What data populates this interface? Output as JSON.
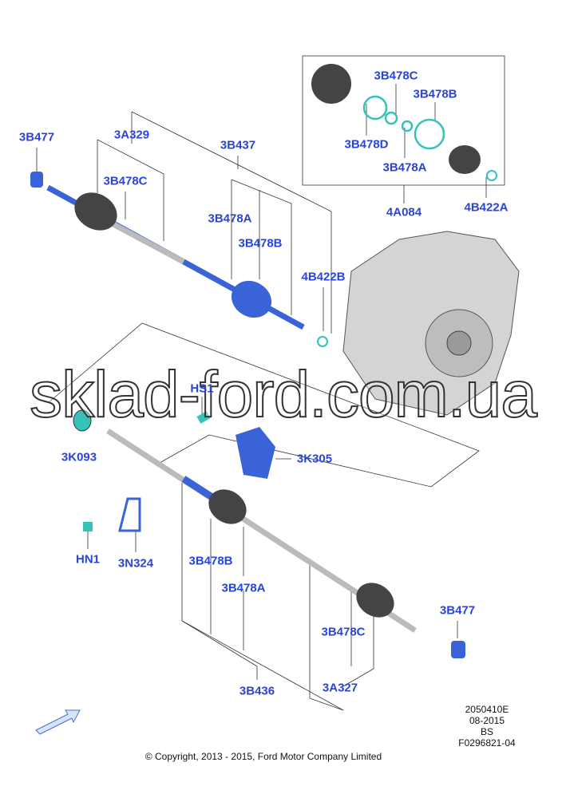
{
  "callouts": {
    "top_3B477": "3B477",
    "top_3A329": "3A329",
    "top_3B437": "3B437",
    "top_3B478C": "3B478C",
    "top_3B478A": "3B478A",
    "top_3B478B": "3B478B",
    "top_4B422B": "4B422B",
    "kit_3B478C": "3B478C",
    "kit_3B478B": "3B478B",
    "kit_3B478D": "3B478D",
    "kit_3B478A": "3B478A",
    "kit_4A084": "4A084",
    "kit_4B422A": "4B422A",
    "HS1": "HS1",
    "3K093": "3K093",
    "3K305": "3K305",
    "HN1": "HN1",
    "3N324": "3N324",
    "bot_3B478B": "3B478B",
    "bot_3B478A": "3B478A",
    "bot_3B477": "3B477",
    "bot_3B478C": "3B478C",
    "3B436": "3B436",
    "3A327": "3A327"
  },
  "meta": {
    "illustration_id": "2050410E",
    "date": "08-2015",
    "code": "BS",
    "ref": "F0296821-04",
    "copyright": "© Copyright, 2013 - 2015, Ford Motor Company Limited"
  },
  "watermark": "sklad-ford.com.ua",
  "colors": {
    "label": "#2a44d8",
    "part_blue": "#3b63d8",
    "seal_teal": "#35c2b8",
    "housing": "#c8c8c8"
  }
}
